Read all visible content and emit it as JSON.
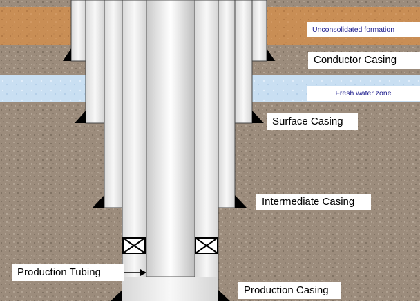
{
  "labels": {
    "unconsolidated": "Unconsolidated formation",
    "conductor": "Conductor Casing",
    "fresh_water": "Fresh water zone",
    "surface": "Surface Casing",
    "intermediate": "Intermediate Casing",
    "tubing": "Production Tubing",
    "production": "Production Casing"
  },
  "colors": {
    "rock": "#9c8c7c",
    "clay": "#c98e55",
    "water": "#c9dff2",
    "casing": "#ececec",
    "cement": "#000000",
    "label_blue": "#1a1a8c"
  },
  "icons": {
    "packer": "crossed-box-icon"
  }
}
